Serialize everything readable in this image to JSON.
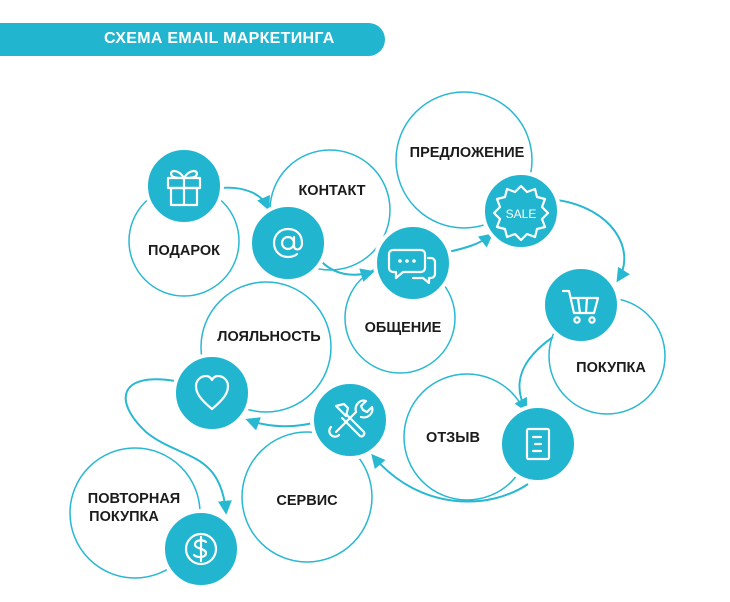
{
  "header": {
    "title": "СХЕМА EMAIL МАРКЕТИНГА"
  },
  "colors": {
    "accent": "#22b5cf",
    "ring": "#29b8d2",
    "text": "#1b1b1b"
  },
  "steps": [
    {
      "label": "ПОДАРОК",
      "icon": "gift-icon"
    },
    {
      "label": "КОНТАКТ",
      "icon": "at-sign-icon"
    },
    {
      "label": "ОБЩЕНИЕ",
      "icon": "chat-bubbles-icon"
    },
    {
      "label": "ПРЕДЛОЖЕНИЕ",
      "icon": "sale-badge-icon",
      "badge_text": "SALE"
    },
    {
      "label": "ПОКУПКА",
      "icon": "shopping-cart-icon"
    },
    {
      "label": "ОТЗЫВ",
      "icon": "document-icon"
    },
    {
      "label": "СЕРВИС",
      "icon": "tools-icon"
    },
    {
      "label": "ЛОЯЛЬНОСТЬ",
      "icon": "heart-icon"
    },
    {
      "label_line1": "ПОВТОРНАЯ",
      "label_line2": "ПОКУПКА",
      "icon": "dollar-coin-icon"
    }
  ]
}
